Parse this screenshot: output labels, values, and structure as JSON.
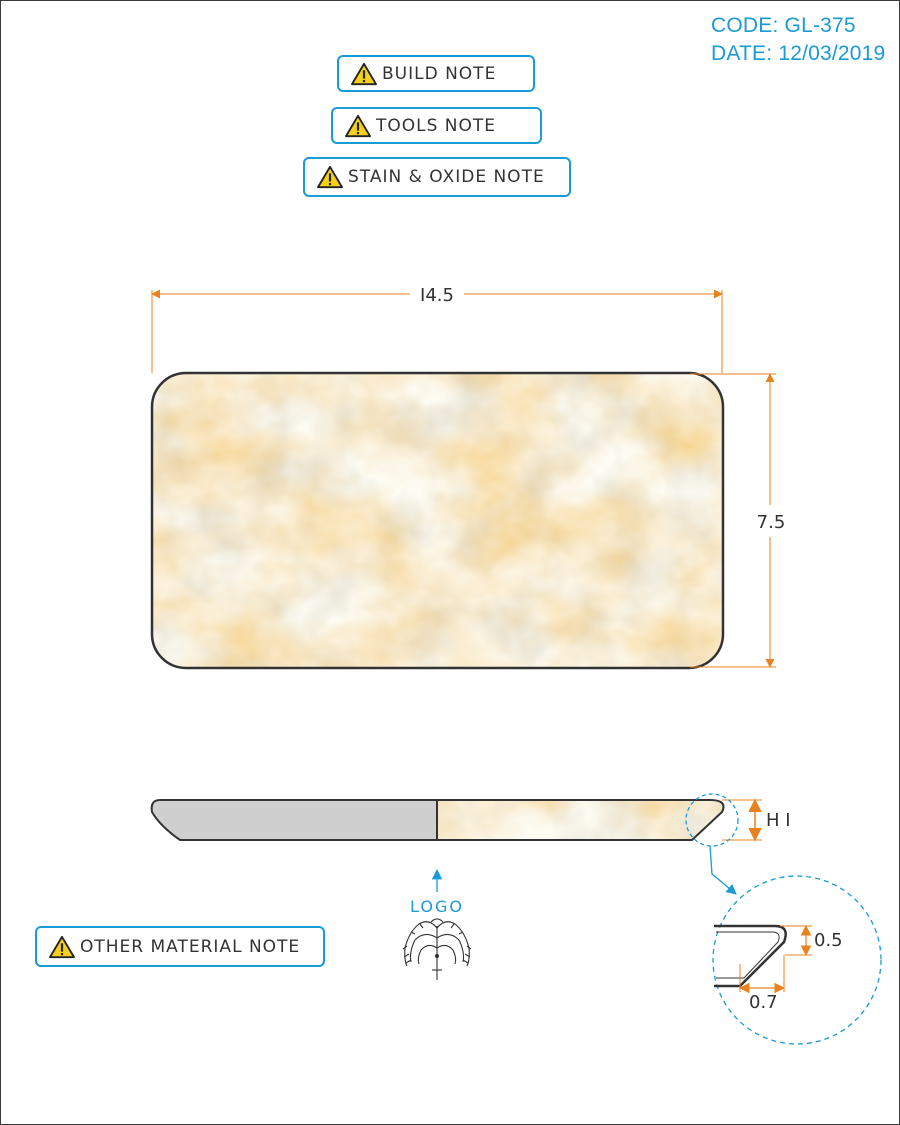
{
  "header": {
    "code": "CODE: GL-375",
    "date": "DATE: 12/03/2019"
  },
  "notes": {
    "build": "BUILD NOTE",
    "tools": "TOOLS NOTE",
    "stain": "STAIN & OXIDE NOTE",
    "other": "OTHER MATERIAL NOTE"
  },
  "dimensions": {
    "length": "I4.5",
    "width": "7.5",
    "height": "H I",
    "detail_top": "0.5",
    "detail_bottom": "0.7"
  },
  "logo": {
    "label": "LOGO"
  },
  "colors": {
    "accent": "#1a9ad6",
    "dimension": "#e8821e",
    "outline": "#333333",
    "glaze_yellow": "#f5c42a",
    "glaze_white": "#fdfaf0",
    "glaze_grey": "#d8d2c0",
    "clay_grey": "#cfcfcf"
  },
  "icons": {
    "note": "warning-triangle-icon",
    "logo": "tree-logo-icon"
  }
}
